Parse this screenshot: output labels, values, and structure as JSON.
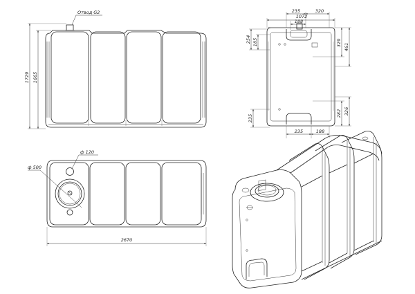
{
  "front_view": {
    "outlet_label": "Отвод G2",
    "dims": {
      "total_height": "1729",
      "body_height": "1665"
    }
  },
  "side_view": {
    "dims": {
      "width": "1072",
      "top_235": "235",
      "top_320": "320",
      "top_188": "188",
      "left_254": "254",
      "left_185": "185",
      "right_329": "329",
      "right_461": "461",
      "right_282": "282",
      "right_326": "326",
      "left_235": "235",
      "bottom_235": "235",
      "bottom_188": "188"
    }
  },
  "top_view": {
    "small_hole_label": "ф 120",
    "large_hole_label": "ф 500",
    "length": "2670"
  }
}
